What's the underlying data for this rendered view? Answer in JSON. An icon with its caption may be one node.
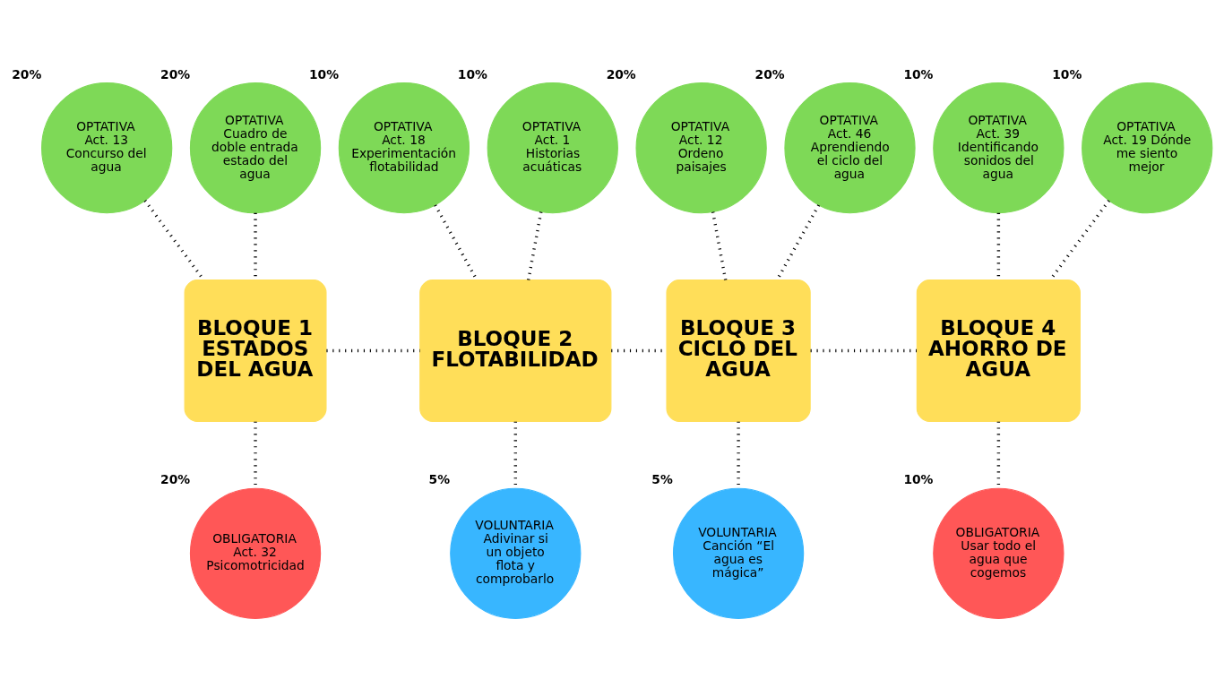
{
  "diagram": {
    "nodes": [
      {
        "text": [
          "OPTATIVA",
          "Act. 13 Concurso del agua"
        ],
        "beside": [
          "20%"
        ]
      },
      {
        "text": [
          "OPTATIVA",
          "Cuadro de doble entrada estado del agua"
        ],
        "beside": [
          "20%"
        ]
      },
      {
        "text": [
          "OPTATIVA",
          "Act. 18 Experimentación flotabilidad"
        ],
        "beside": [
          "10%"
        ]
      },
      {
        "text": [
          "OPTATIVA",
          "Act. 1 Historias acuáticas"
        ],
        "beside": [
          "10%"
        ]
      },
      {
        "text": [
          "OPTATIVA",
          "Act. 12 Ordeno paisajes"
        ],
        "beside": [
          "20%"
        ]
      },
      {
        "text": [
          "OPTATIVA",
          "Act. 46 Aprendiendo el ciclo del agua"
        ],
        "beside": [
          "20%"
        ]
      },
      {
        "text": [
          "OPTATIVA",
          "Act. 39 Identificando sonidos del agua"
        ],
        "beside": [
          "10%"
        ]
      },
      {
        "text": [
          "OPTATIVA",
          "Act. 19 Dónde me siento mejor"
        ],
        "beside": [
          "10%"
        ]
      },
      {
        "text": [
          "BLOQUE 1",
          "ESTADOS DEL AGUA"
        ]
      },
      {
        "text": [
          "BLOQUE 2",
          "FLOTABILIDAD"
        ]
      },
      {
        "text": [
          "BLOQUE 3",
          "CICLO DEL AGUA"
        ]
      },
      {
        "text": [
          "BLOQUE 4",
          "AHORRO DE AGUA"
        ]
      },
      {
        "text": [
          "OBLIGATORIA",
          "Act. 32 Psicomotricidad"
        ],
        "beside": [
          "20%"
        ]
      },
      {
        "text": [
          "VOLUNTARIA",
          "Adivinar si un objeto flota y comprobarlo"
        ],
        "beside": [
          "5%"
        ]
      },
      {
        "text": [
          "VOLUNTARIA",
          "Canción “El agua es mágica”"
        ],
        "beside": [
          "5%"
        ]
      },
      {
        "text": [
          "OBLIGATORIA",
          "Usar todo el agua que cogemos"
        ],
        "beside": [
          "10%"
        ]
      }
    ],
    "edges": [
      {
        "from": 0,
        "to": 8,
        "arrow": "none"
      },
      {
        "from": 1,
        "to": 8,
        "arrow": "none"
      },
      {
        "from": 2,
        "to": 9,
        "arrow": "none"
      },
      {
        "from": 3,
        "to": 9,
        "arrow": "none"
      },
      {
        "from": 4,
        "to": 10,
        "arrow": "none"
      },
      {
        "from": 5,
        "to": 10,
        "arrow": "none"
      },
      {
        "from": 6,
        "to": 11,
        "arrow": "none"
      },
      {
        "from": 7,
        "to": 11,
        "arrow": "none"
      },
      {
        "from": 8,
        "to": 9,
        "arrow": "none"
      },
      {
        "from": 9,
        "to": 10,
        "arrow": "none"
      },
      {
        "from": 10,
        "to": 11,
        "arrow": "none"
      },
      {
        "from": 8,
        "to": 12,
        "arrow": "none"
      },
      {
        "from": 9,
        "to": 13,
        "arrow": "none"
      },
      {
        "from": 10,
        "to": 14,
        "arrow": "none"
      },
      {
        "from": 11,
        "to": 15,
        "arrow": "none"
      }
    ]
  }
}
